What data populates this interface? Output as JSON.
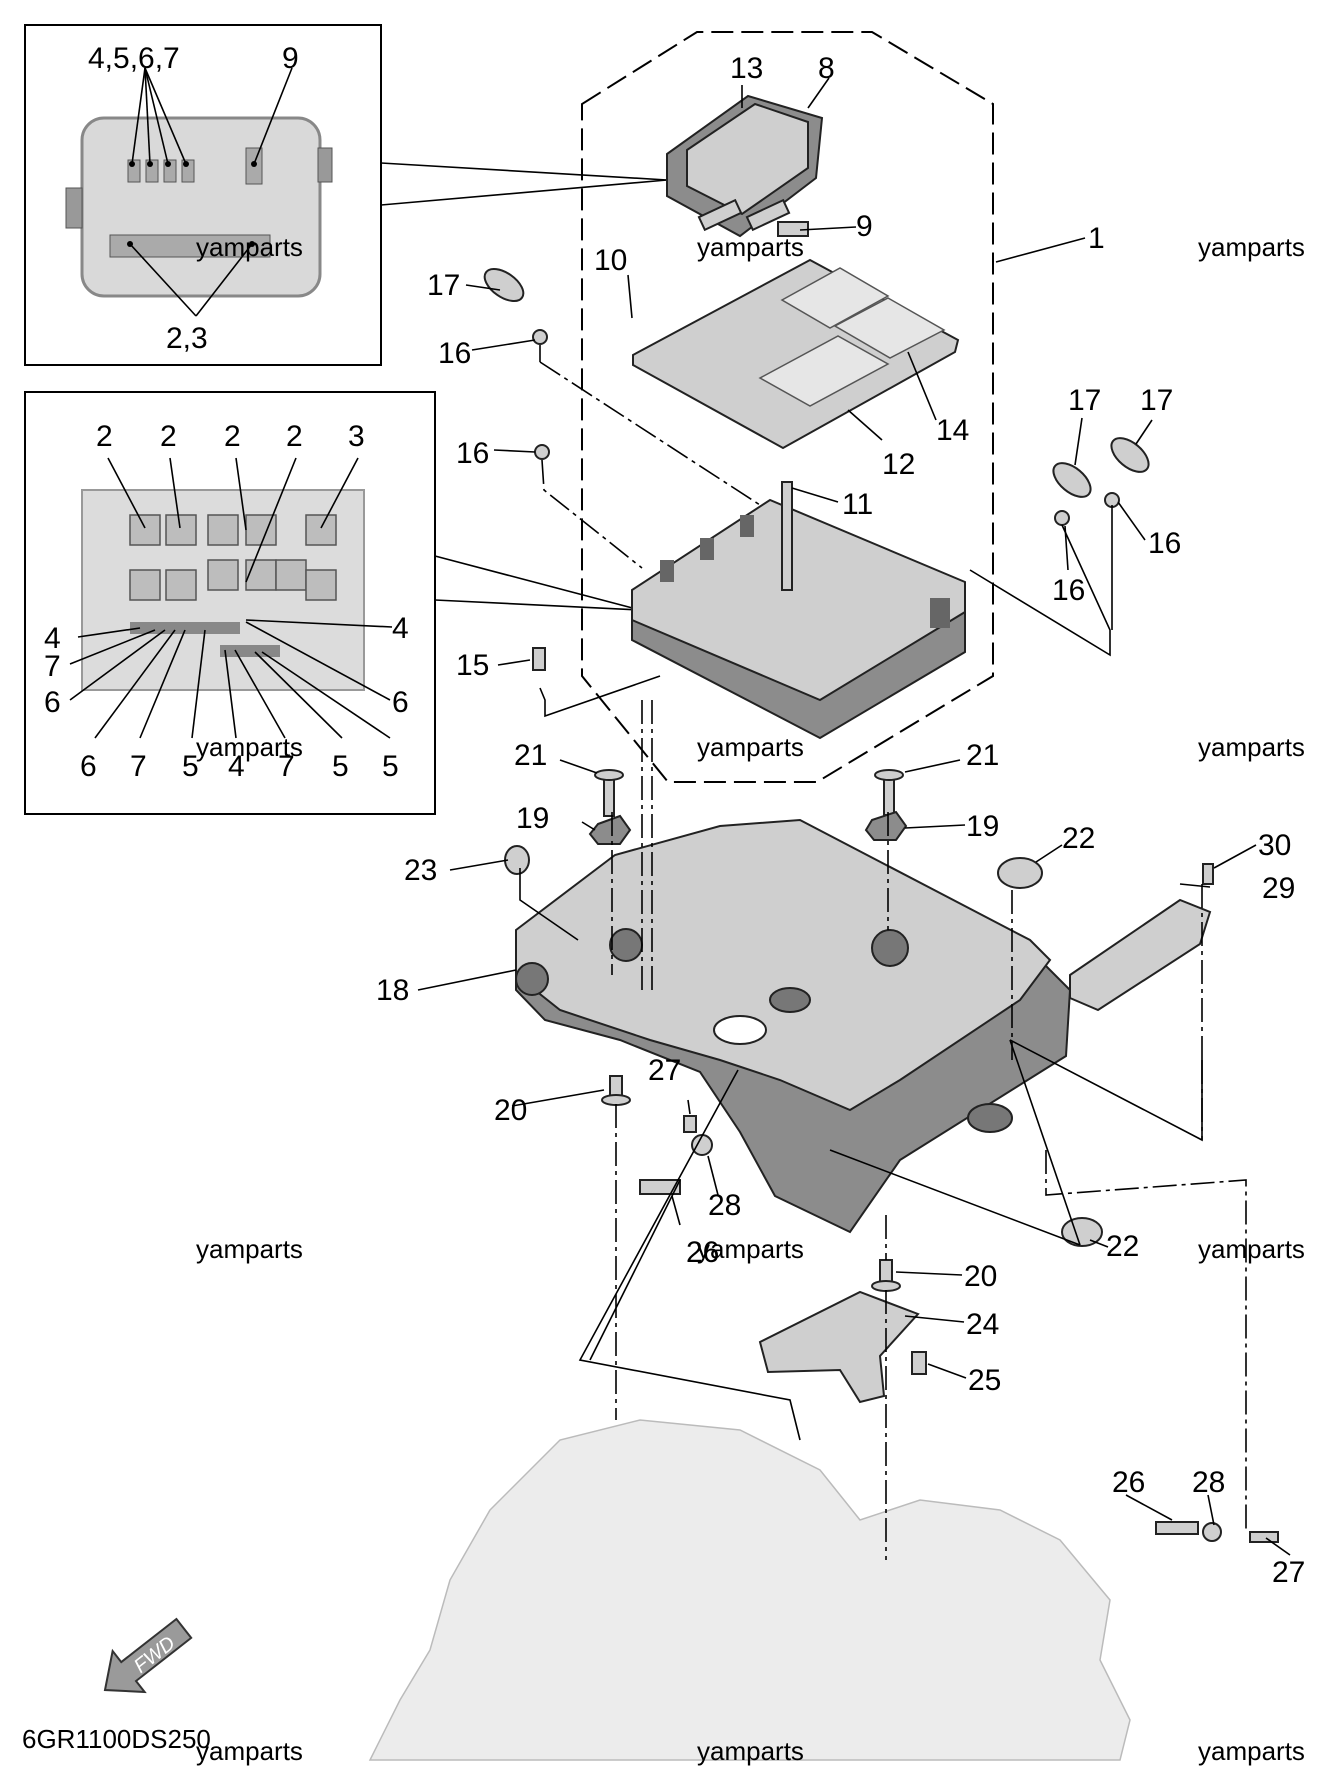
{
  "diagram": {
    "code": "6GR1100DS250",
    "watermark": "yamparts",
    "fwd_label": "FWD",
    "inset_top": {
      "labels": [
        "4,5,6,7",
        "9",
        "2,3"
      ]
    },
    "inset_bottom": {
      "labels": [
        "2",
        "2",
        "2",
        "2",
        "3",
        "4",
        "4",
        "7",
        "6",
        "6",
        "6",
        "7",
        "5",
        "4",
        "7",
        "5",
        "5"
      ]
    },
    "callouts": [
      "13",
      "8",
      "9",
      "1",
      "10",
      "17",
      "16",
      "14",
      "12",
      "16",
      "11",
      "17",
      "17",
      "16",
      "16",
      "15",
      "21",
      "21",
      "19",
      "19",
      "22",
      "30",
      "23",
      "29",
      "18",
      "27",
      "20",
      "28",
      "26",
      "22",
      "20",
      "24",
      "25",
      "28",
      "26",
      "27"
    ]
  }
}
